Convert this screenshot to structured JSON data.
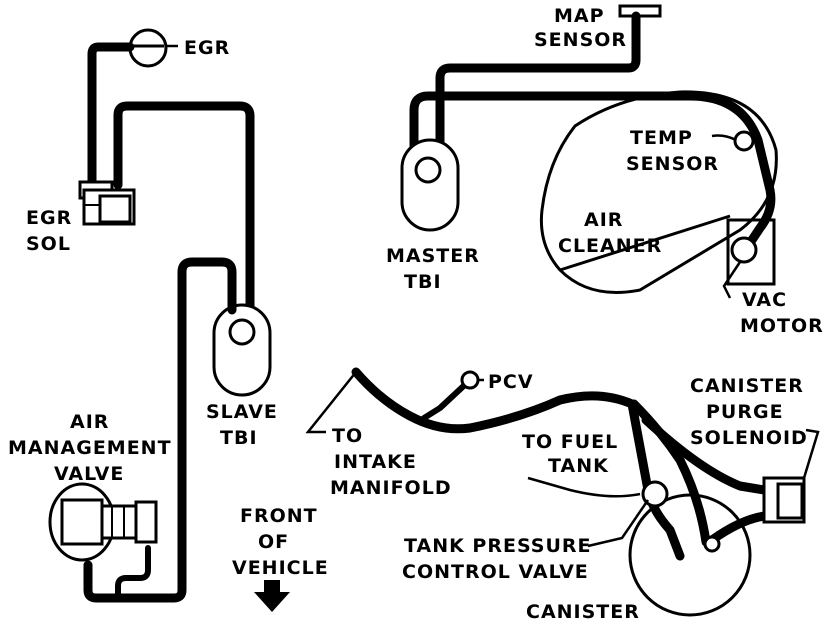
{
  "labels": {
    "egr": "EGR",
    "egr_sol_1": "EGR",
    "egr_sol_2": "SOL",
    "map_sensor_1": "MAP",
    "map_sensor_2": "SENSOR",
    "master_tbi_1": "MASTER",
    "master_tbi_2": "TBI",
    "temp_sensor_1": "TEMP",
    "temp_sensor_2": "SENSOR",
    "air_cleaner_1": "AIR",
    "air_cleaner_2": "CLEANER",
    "vac_motor_1": "VAC",
    "vac_motor_2": "MOTOR",
    "slave_tbi_1": "SLAVE",
    "slave_tbi_2": "TBI",
    "air_mgmt_1": "AIR",
    "air_mgmt_2": "MANAGEMENT",
    "air_mgmt_3": "VALVE",
    "to_intake_1": "TO",
    "to_intake_2": "INTAKE",
    "to_intake_3": "MANIFOLD",
    "pcv": "PCV",
    "to_fuel_tank_1": "TO FUEL",
    "to_fuel_tank_2": "TANK",
    "canister_purge_1": "CANISTER",
    "canister_purge_2": "PURGE",
    "canister_purge_3": "SOLENOID",
    "front_vehicle_1": "FRONT",
    "front_vehicle_2": "OF",
    "front_vehicle_3": "VEHICLE",
    "tank_pressure_1": "TANK PRESSURE",
    "tank_pressure_2": "CONTROL VALVE",
    "canister": "CANISTER"
  }
}
